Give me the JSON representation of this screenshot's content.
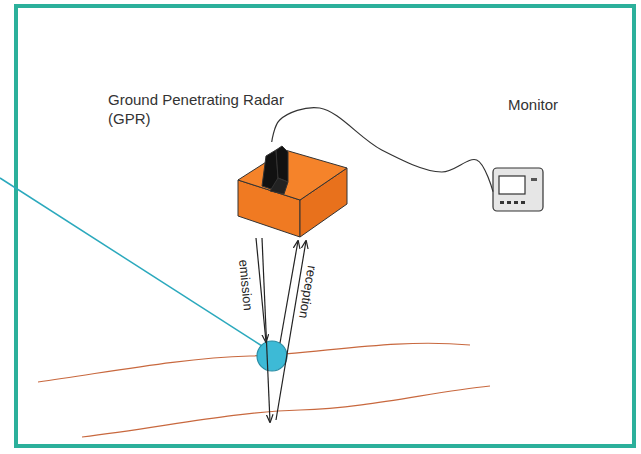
{
  "diagram": {
    "nodes": [
      {
        "text": [
          "Ground Penetrating Radar (GPR)"
        ]
      },
      {
        "text": [
          "Monitor"
        ]
      }
    ],
    "edges": [
      {
        "from": 0,
        "to": 1,
        "arrow": "none"
      }
    ],
    "labels": [
      "emission",
      "reception"
    ]
  }
}
